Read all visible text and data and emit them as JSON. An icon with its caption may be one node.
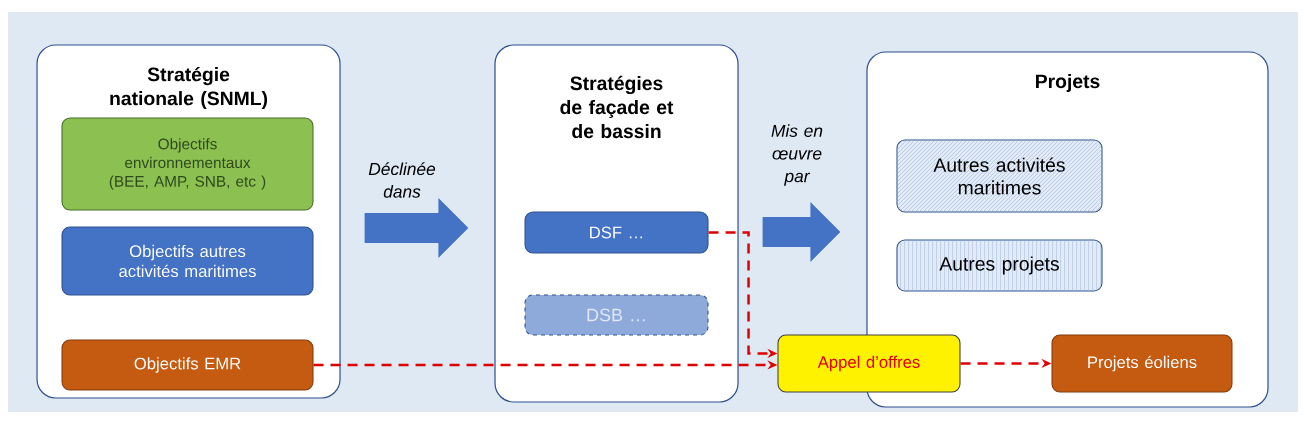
{
  "diagram": {
    "nodes": [
      {
        "text": [
          "Stratégie nationale (SNML)"
        ]
      },
      {
        "text": [
          "Objectifs environnementaux (BEE, AMP, SNB, etc )"
        ],
        "in": 0
      },
      {
        "text": [
          "Objectifs autres activités maritimes"
        ],
        "in": 0
      },
      {
        "text": [
          "Objectifs EMR"
        ],
        "in": 0
      },
      {
        "text": [
          "Stratégies de façade et de bassin"
        ]
      },
      {
        "text": [
          "DSF …"
        ],
        "in": 4
      },
      {
        "text": [
          "DSB …"
        ],
        "in": 4
      },
      {
        "text": [
          "Projets"
        ]
      },
      {
        "text": [
          "Autres activités maritimes"
        ],
        "in": 7
      },
      {
        "text": [
          "Autres projets"
        ],
        "in": 7
      },
      {
        "text": [
          "Appel d’offres"
        ]
      },
      {
        "text": [
          "Projets éoliens"
        ],
        "in": 7
      }
    ],
    "edges": [
      {
        "from": 0,
        "to": 4,
        "arrow": "to",
        "label": "Déclinée dans",
        "style": "thick",
        "color": "#4472c4"
      },
      {
        "from": 4,
        "to": 7,
        "arrow": "to",
        "label": "Mis en œuvre par",
        "style": "thick",
        "color": "#4472c4"
      },
      {
        "from": 3,
        "to": 10,
        "arrow": "to",
        "style": "dashed",
        "color": "#e00000"
      },
      {
        "from": 5,
        "to": 10,
        "arrow": "to",
        "style": "dashed",
        "color": "#e00000"
      },
      {
        "from": 10,
        "to": 11,
        "arrow": "to",
        "style": "dashed",
        "color": "#e00000"
      }
    ]
  }
}
